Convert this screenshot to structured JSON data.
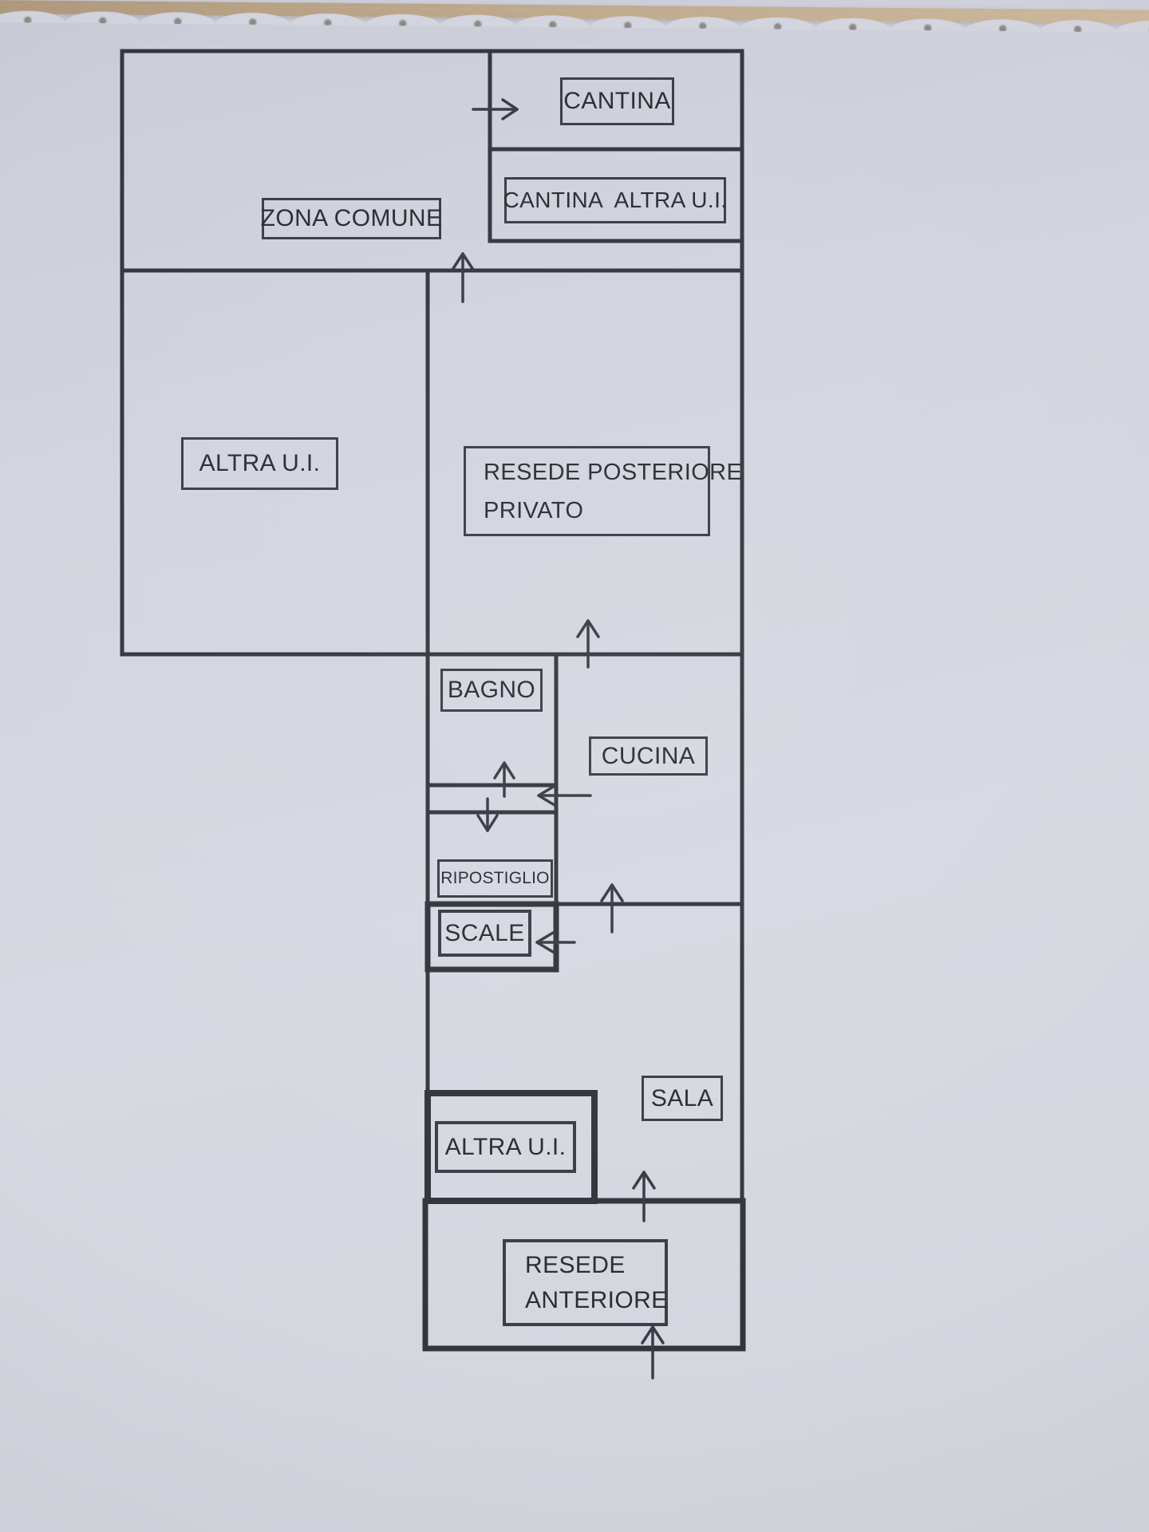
{
  "plan": {
    "description": "Hand-drafted apartment floor plan photographed on bluish paper",
    "colors": {
      "paper": "#d3d5de",
      "ink_walls": "#35363e",
      "ink_text": "#2b2c33",
      "table_edge_tan": "#bfa98d"
    },
    "rooms": {
      "cantina": {
        "label": "CANTINA"
      },
      "cantina_altra_ui": {
        "label": "CANTINA  ALTRA U.I."
      },
      "zona_comune": {
        "label": "ZONA COMUNE"
      },
      "altra_ui_upper": {
        "label": "ALTRA U.I."
      },
      "resede_posteriore": {
        "line1": "RESEDE POSTERIORE",
        "line2": "PRIVATO"
      },
      "bagno": {
        "label": "BAGNO"
      },
      "cucina": {
        "label": "CUCINA"
      },
      "ripostiglio": {
        "label": "RIPOSTIGLIO"
      },
      "scale": {
        "label": "SCALE"
      },
      "sala": {
        "label": "SALA"
      },
      "altra_ui_lower": {
        "label": "ALTRA U.I."
      },
      "resede_anteriore": {
        "line1": "RESEDE",
        "line2": "ANTERIORE"
      }
    },
    "arrows": [
      {
        "name": "arrow-right-into-cantina",
        "direction": "right"
      },
      {
        "name": "arrow-up-into-zona-comune",
        "direction": "up"
      },
      {
        "name": "arrow-up-into-resede-posteriore",
        "direction": "up"
      },
      {
        "name": "arrow-up-corridor-into-bagno",
        "direction": "up"
      },
      {
        "name": "arrow-down-corridor-into-ripostiglio",
        "direction": "down"
      },
      {
        "name": "arrow-left-cucina-into-corridor",
        "direction": "left"
      },
      {
        "name": "arrow-up-sala-into-cucina",
        "direction": "up"
      },
      {
        "name": "arrow-left-into-scale",
        "direction": "left"
      },
      {
        "name": "arrow-up-resede-anteriore-into-sala",
        "direction": "up"
      },
      {
        "name": "arrow-up-outside-into-resede-anteriore",
        "direction": "up"
      }
    ]
  }
}
